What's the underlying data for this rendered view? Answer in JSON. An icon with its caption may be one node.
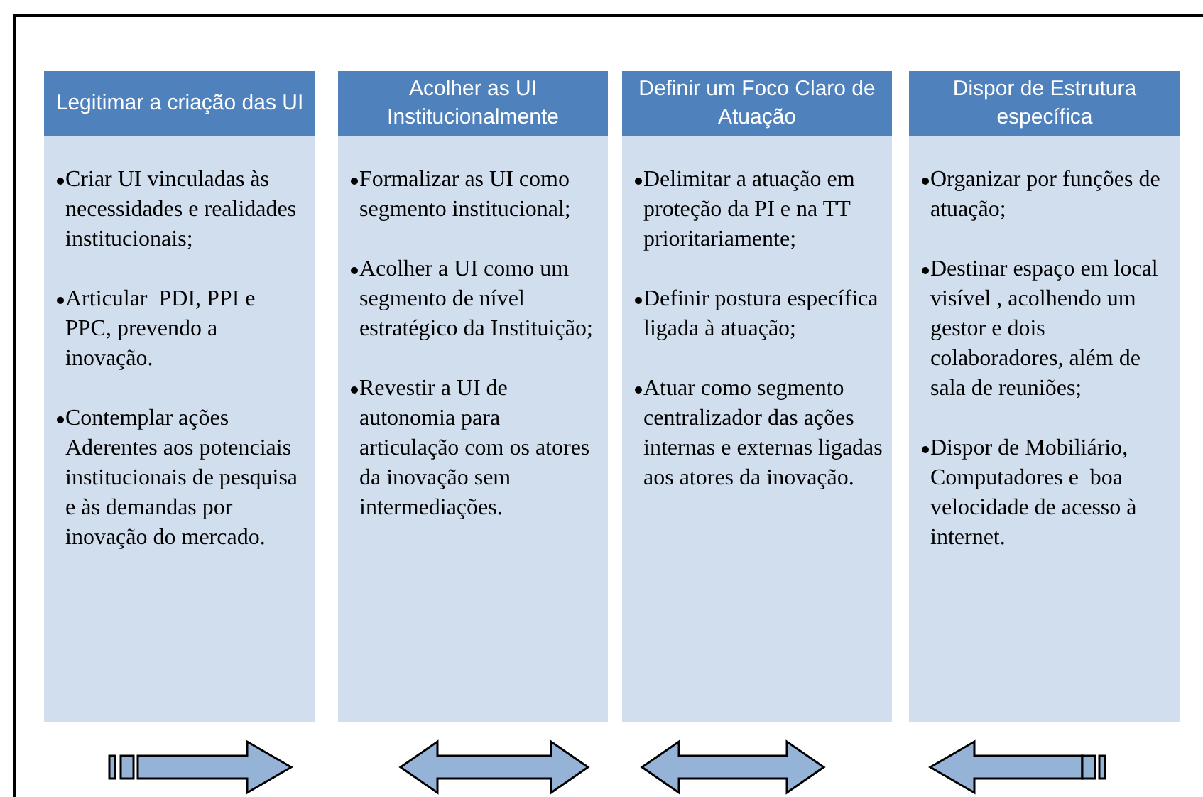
{
  "diagram": {
    "nodes": [
      {
        "text": [
          "Legitimar a criação das UI",
          "Criar UI vinculadas às necessidades e realidades institucionais;",
          "Articular  PDI, PPI e PPC, prevendo a inovação.",
          "Contemplar ações Aderentes aos potenciais institucionais de pesquisa e às demandas por inovação do mercado."
        ]
      },
      {
        "text": [
          "Acolher as UI Institucionalmente",
          "Formalizar as UI como segmento institucional;",
          "Acolher a UI como um segmento de nível estratégico da Instituição;",
          "Revestir a UI de autonomia para articulação com os atores da inovação sem intermediações."
        ]
      },
      {
        "text": [
          "Definir um Foco Claro de Atuação",
          "Delimitar a atuação em proteção da PI e na TT prioritariamente;",
          "Definir postura específica ligada à atuação;",
          "Atuar como segmento centralizador das ações internas e externas ligadas aos atores da inovação."
        ]
      },
      {
        "text": [
          "Dispor de Estrutura específica",
          "Organizar por funções de atuação;",
          "Destinar espaço em local visível , acolhendo um gestor e dois colaboradores, além de sala de reuniões;",
          "Dispor de Mobiliário, Computadores e  boa velocidade de acesso à internet."
        ]
      }
    ]
  }
}
